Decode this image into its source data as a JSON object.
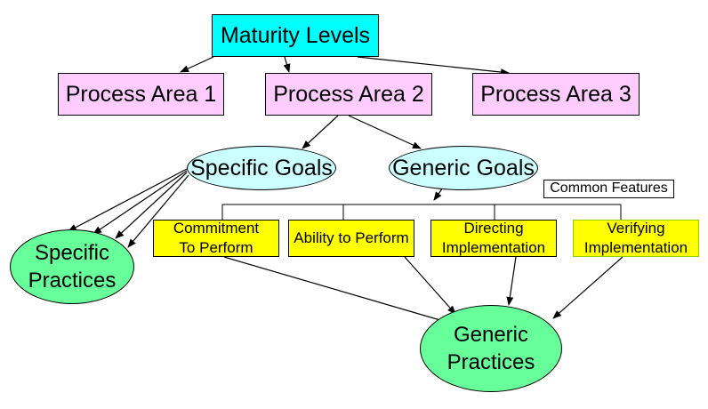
{
  "diagram": {
    "maturity_levels": "Maturity Levels",
    "process_area_1": "Process Area 1",
    "process_area_2": "Process Area 2",
    "process_area_3": "Process Area 3",
    "specific_goals": "Specific Goals",
    "generic_goals": "Generic Goals",
    "common_features": "Common Features",
    "specific_practices": [
      "Specific",
      "Practices"
    ],
    "commitment_to_perform": [
      "Commitment",
      "To Perform"
    ],
    "ability_to_perform": "Ability to Perform",
    "directing_implementation": [
      "Directing",
      "Implementation"
    ],
    "verifying_implementation": [
      "Verifying",
      "Implementation"
    ],
    "generic_practices": [
      "Generic",
      "Practices"
    ]
  },
  "colors": {
    "maturity_fill": "#00ffff",
    "process_area_fill": "#ffccff",
    "goal_fill": "#ccffff",
    "feature_fill": "#ffff00",
    "practice_fill": "#66ff99",
    "verifying_border": "#99cc00"
  }
}
